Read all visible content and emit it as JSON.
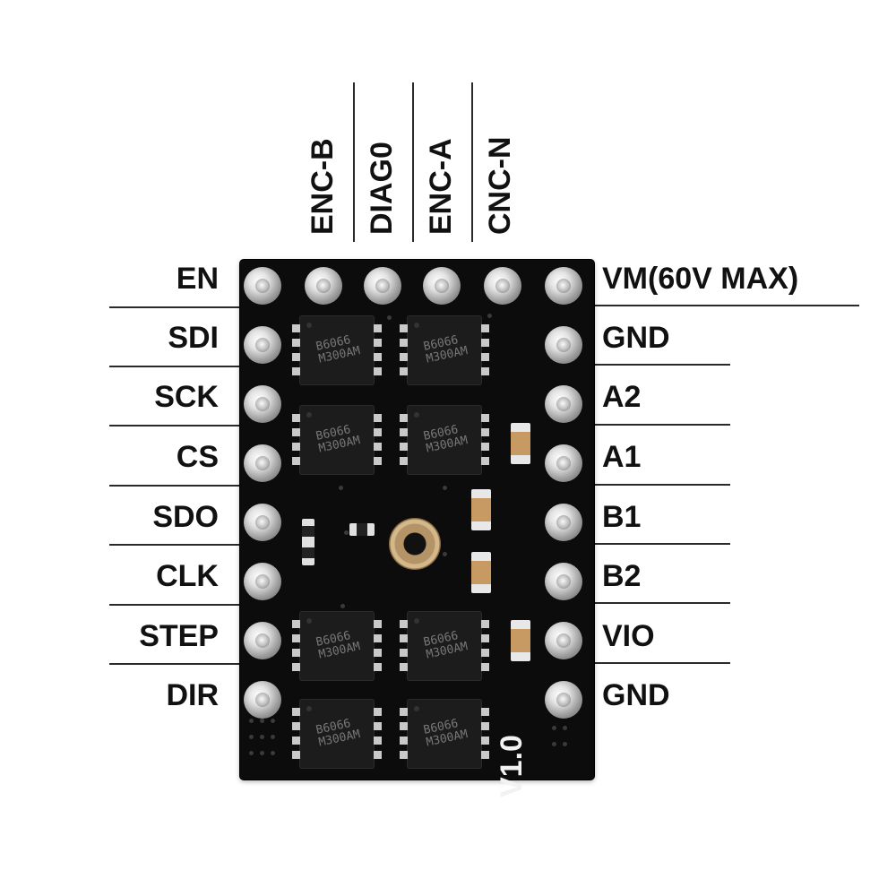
{
  "left_pins": [
    "EN",
    "SDI",
    "SCK",
    "CS",
    "SDO",
    "CLK",
    "STEP",
    "DIR"
  ],
  "right_pins": [
    "VM(60V MAX)",
    "GND",
    "A2",
    "A1",
    "B1",
    "B2",
    "VIO",
    "GND"
  ],
  "top_pins": [
    "ENC-B",
    "DIAG0",
    "ENC-A",
    "CNC-N"
  ],
  "board": {
    "version": "V1.0",
    "chip_marking_line1": "B6066",
    "chip_marking_line2": "M300AM"
  }
}
